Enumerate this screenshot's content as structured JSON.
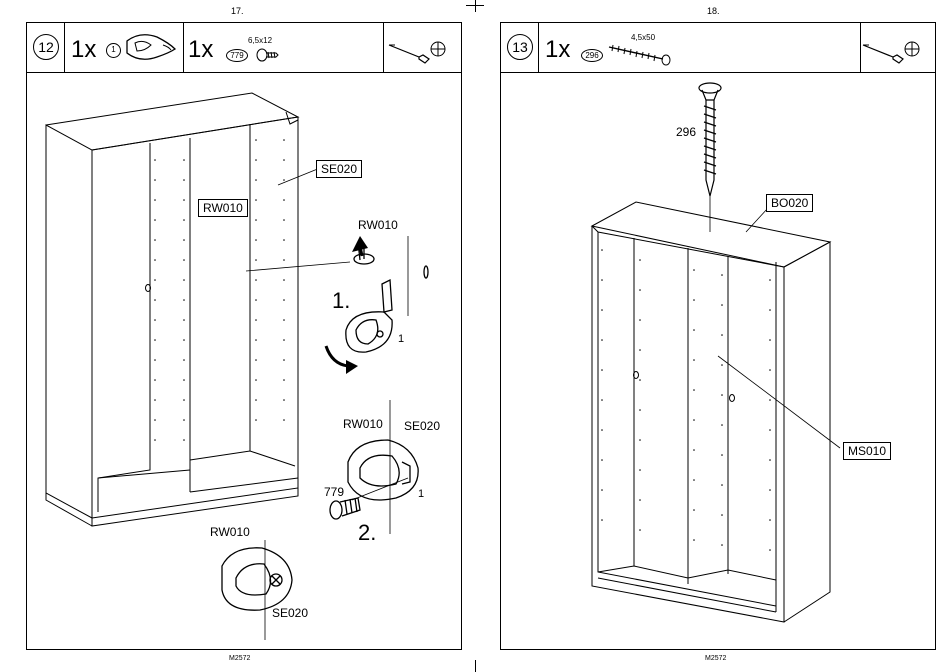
{
  "pages": [
    {
      "page_number": "17.",
      "step": "12",
      "parts": [
        {
          "qty": "1x",
          "code": "1"
        },
        {
          "qty": "1x",
          "code": "779",
          "size": "6,5x12"
        }
      ],
      "labels": {
        "se020_top": "SE020",
        "rw010_box": "RW010",
        "rw010_a": "RW010",
        "step1": "1.",
        "one_a": "1",
        "rw010_b": "RW010",
        "se020_b": "SE020",
        "n779": "779",
        "one_b": "1",
        "step2": "2.",
        "rw010_c": "RW010",
        "se020_c": "SE020"
      }
    },
    {
      "page_number": "18.",
      "step": "13",
      "parts": [
        {
          "qty": "1x",
          "code": "296",
          "size": "4,5x50"
        }
      ],
      "labels": {
        "n296": "296",
        "bo020": "BO020",
        "ms010": "MS010"
      }
    }
  ],
  "footer_code": "M2572",
  "tools": [
    "screwdriver-icon",
    "phillips-head-icon"
  ]
}
